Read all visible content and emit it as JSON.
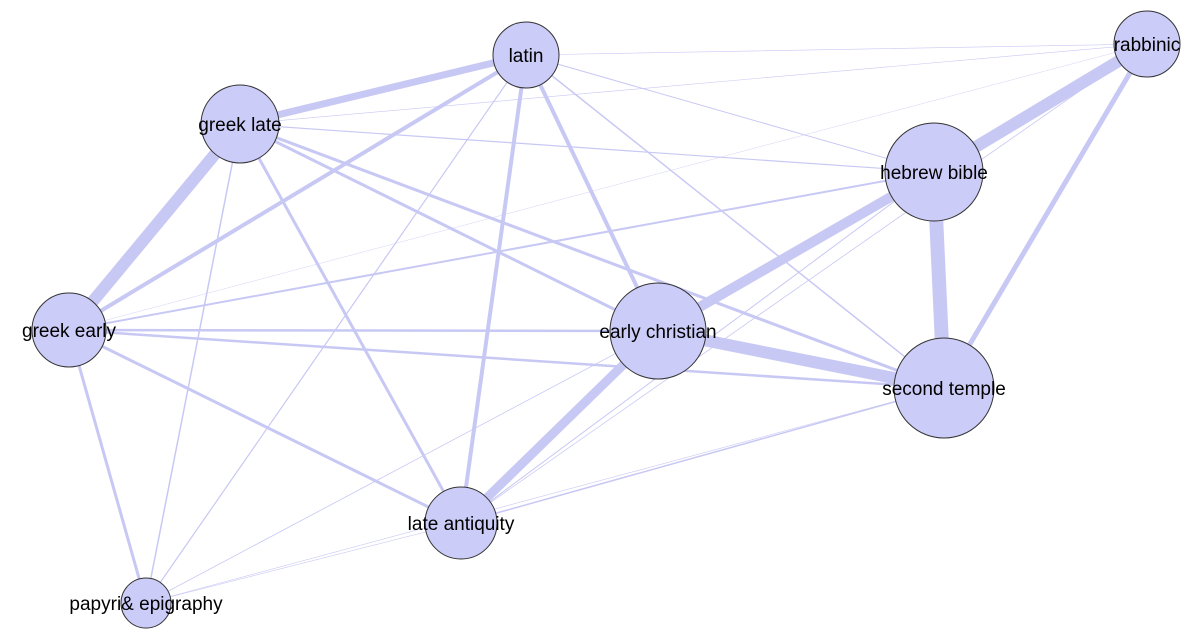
{
  "colors": {
    "node_fill": "#ccccf8",
    "node_stroke": "#333333",
    "edge": "#c8c8f4",
    "label": "#000000"
  },
  "nodes": [
    {
      "id": "latin",
      "label": "latin"
    },
    {
      "id": "rabbinic",
      "label": "rabbinic"
    },
    {
      "id": "greek_late",
      "label": "greek late"
    },
    {
      "id": "hebrew_bible",
      "label": "hebrew bible"
    },
    {
      "id": "greek_early",
      "label": "greek early"
    },
    {
      "id": "early_christian",
      "label": "early christian"
    },
    {
      "id": "second_temple",
      "label": "second temple"
    },
    {
      "id": "late_antiquity",
      "label": "late antiquity"
    },
    {
      "id": "papyri",
      "label": "papyri& epigraphy"
    }
  ],
  "edges": [
    {
      "source": "greek_late",
      "target": "latin",
      "weight": 7
    },
    {
      "source": "greek_late",
      "target": "greek_early",
      "weight": 12
    },
    {
      "source": "hebrew_bible",
      "target": "rabbinic",
      "weight": 12
    },
    {
      "source": "hebrew_bible",
      "target": "second_temple",
      "weight": 14
    },
    {
      "source": "hebrew_bible",
      "target": "early_christian",
      "weight": 10
    },
    {
      "source": "early_christian",
      "target": "second_temple",
      "weight": 12
    },
    {
      "source": "early_christian",
      "target": "late_antiquity",
      "weight": 9
    },
    {
      "source": "rabbinic",
      "target": "second_temple",
      "weight": 5
    },
    {
      "source": "latin",
      "target": "greek_early",
      "weight": 4
    },
    {
      "source": "latin",
      "target": "late_antiquity",
      "weight": 4
    },
    {
      "source": "latin",
      "target": "early_christian",
      "weight": 4
    },
    {
      "source": "latin",
      "target": "second_temple",
      "weight": 1.5
    },
    {
      "source": "latin",
      "target": "hebrew_bible",
      "weight": 1
    },
    {
      "source": "latin",
      "target": "papyri",
      "weight": 1.2
    },
    {
      "source": "latin",
      "target": "rabbinic",
      "weight": 0.6
    },
    {
      "source": "greek_late",
      "target": "early_christian",
      "weight": 3
    },
    {
      "source": "greek_late",
      "target": "second_temple",
      "weight": 3
    },
    {
      "source": "greek_late",
      "target": "late_antiquity",
      "weight": 3
    },
    {
      "source": "greek_late",
      "target": "hebrew_bible",
      "weight": 1.2
    },
    {
      "source": "greek_late",
      "target": "rabbinic",
      "weight": 0.6
    },
    {
      "source": "greek_late",
      "target": "papyri",
      "weight": 1.5
    },
    {
      "source": "greek_early",
      "target": "early_christian",
      "weight": 2.5
    },
    {
      "source": "greek_early",
      "target": "second_temple",
      "weight": 2.5
    },
    {
      "source": "greek_early",
      "target": "late_antiquity",
      "weight": 3
    },
    {
      "source": "greek_early",
      "target": "hebrew_bible",
      "weight": 2
    },
    {
      "source": "greek_early",
      "target": "papyri",
      "weight": 3
    },
    {
      "source": "greek_early",
      "target": "rabbinic",
      "weight": 0.4
    },
    {
      "source": "late_antiquity",
      "target": "second_temple",
      "weight": 1.5
    },
    {
      "source": "late_antiquity",
      "target": "hebrew_bible",
      "weight": 1
    },
    {
      "source": "late_antiquity",
      "target": "rabbinic",
      "weight": 0.8
    },
    {
      "source": "papyri",
      "target": "early_christian",
      "weight": 0.8
    },
    {
      "source": "papyri",
      "target": "second_temple",
      "weight": 0.6
    },
    {
      "source": "papyri",
      "target": "late_antiquity",
      "weight": 0.6
    },
    {
      "source": "early_christian",
      "target": "rabbinic",
      "weight": 1
    }
  ]
}
